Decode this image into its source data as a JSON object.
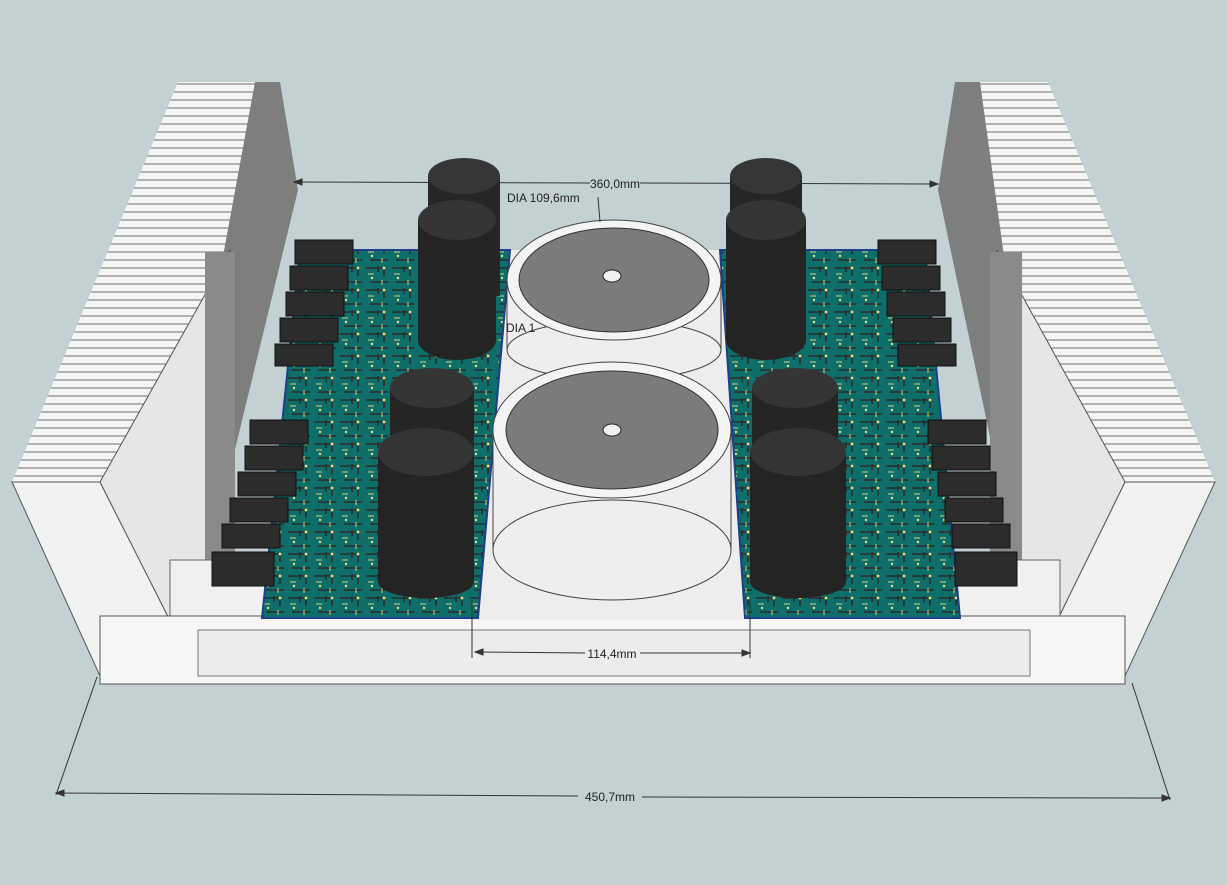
{
  "dimensions": {
    "inner_width": "360,0mm",
    "transformer_diameter": "DIA 109,6mm",
    "transformer_label": "DIA 1",
    "center_gap": "114,4mm",
    "overall_width": "450,7mm"
  },
  "colors": {
    "background": "#c3d1d3",
    "chassis": "#f2f2f2",
    "heatsink_dark": "#7e7e7e",
    "pcb": "#0e6f6a",
    "capacitor": "#262626",
    "transformer_top": "#7b7b7b",
    "transformer_side": "#eeeeee",
    "transistor": "#2c2c2c"
  }
}
